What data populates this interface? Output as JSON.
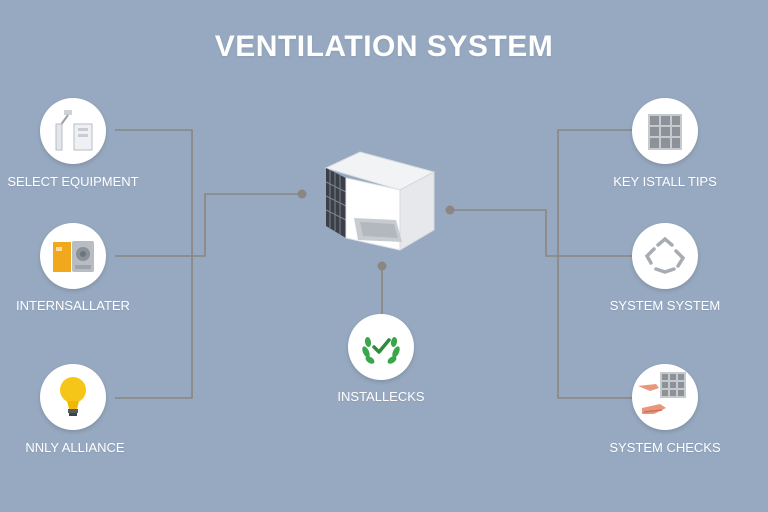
{
  "title": "VENTILATION SYSTEM",
  "center": {
    "unit_icon": "ventilation-unit-icon",
    "label": "INSTALLECKS",
    "label_icon": "checkmark-wreath-icon"
  },
  "left_items": [
    {
      "label": "SELECT EQUIPMENT",
      "icon": "equipment-icon"
    },
    {
      "label": "INTERNSALLATER",
      "icon": "unit-icon"
    },
    {
      "label": "NNLY ALLIANCE",
      "icon": "lightbulb-icon"
    }
  ],
  "right_items": [
    {
      "label": "KEY ISTALL TIPS",
      "icon": "grid-panel-icon"
    },
    {
      "label": "SYSTEM SYSTEM",
      "icon": "recycle-icon"
    },
    {
      "label": "SYSTEM CHECKS",
      "icon": "hand-check-icon"
    }
  ],
  "colors": {
    "background": "#97a9c1",
    "connector": "#8a8680",
    "accent_yellow": "#f5c518",
    "accent_green": "#3aa64a"
  }
}
